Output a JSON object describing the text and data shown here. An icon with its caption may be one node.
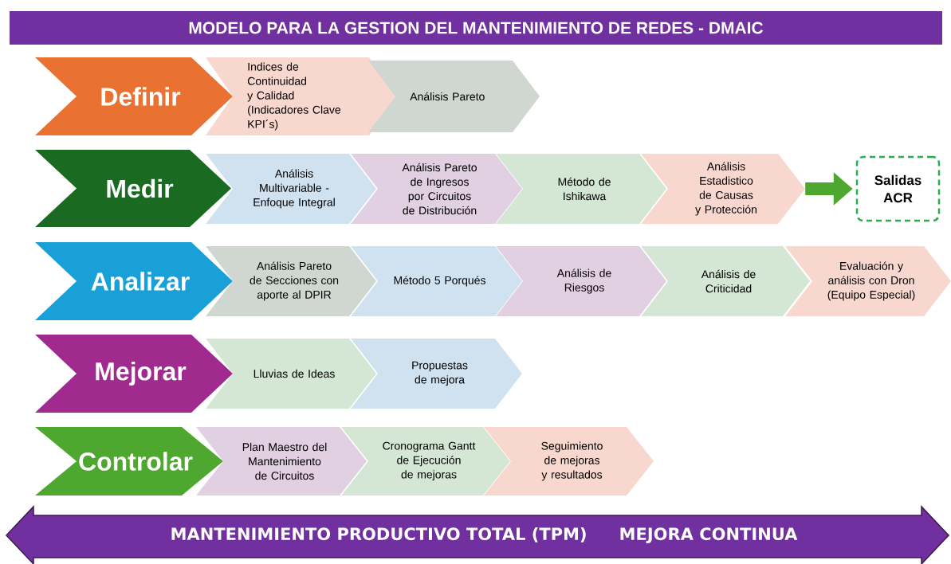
{
  "diagram": {
    "title": "MODELO PARA LA GESTION DEL MANTENIMIENTO DE REDES - DMAIC",
    "nodes": [
      {
        "text": [
          "Definir"
        ]
      },
      {
        "text": [
          "Indices de Continuidad y Calidad (Indicadores Clave KPI´s)"
        ]
      },
      {
        "text": [
          "Análisis Pareto"
        ]
      },
      {
        "text": [
          "Medir"
        ]
      },
      {
        "text": [
          "Análisis Multivariable - Enfoque Integral"
        ]
      },
      {
        "text": [
          "Análisis Pareto de Ingresos por Circuitos de Distribución"
        ]
      },
      {
        "text": [
          "Método de Ishikawa"
        ]
      },
      {
        "text": [
          "Análisis Estadistico de Causas y Protección"
        ]
      },
      {
        "text": [
          "Salidas ACR"
        ]
      },
      {
        "text": [
          "Analizar"
        ]
      },
      {
        "text": [
          "Análisis Pareto de Secciones con aporte al DPIR"
        ]
      },
      {
        "text": [
          "Método 5 Porqués"
        ]
      },
      {
        "text": [
          "Análisis de Riesgos"
        ]
      },
      {
        "text": [
          "Análisis de Criticidad"
        ]
      },
      {
        "text": [
          "Evaluación y análisis con Dron (Equipo Especial)"
        ]
      },
      {
        "text": [
          "Mejorar"
        ]
      },
      {
        "text": [
          "Lluvias de Ideas"
        ]
      },
      {
        "text": [
          "Propuestas de mejora"
        ]
      },
      {
        "text": [
          "Controlar"
        ]
      },
      {
        "text": [
          "Plan Maestro del Mantenimiento de Circuitos"
        ]
      },
      {
        "text": [
          "Cronograma Gantt de Ejecución de mejoras"
        ]
      },
      {
        "text": [
          "Seguimiento de mejoras y resultados"
        ]
      },
      {
        "text": [
          "MANTENIMIENTO PRODUCTIVO TOTAL (TPM)",
          "MEJORA CONTINUA"
        ]
      }
    ],
    "edges": [
      {
        "from": 7,
        "to": 8,
        "arrow": "to"
      }
    ]
  }
}
